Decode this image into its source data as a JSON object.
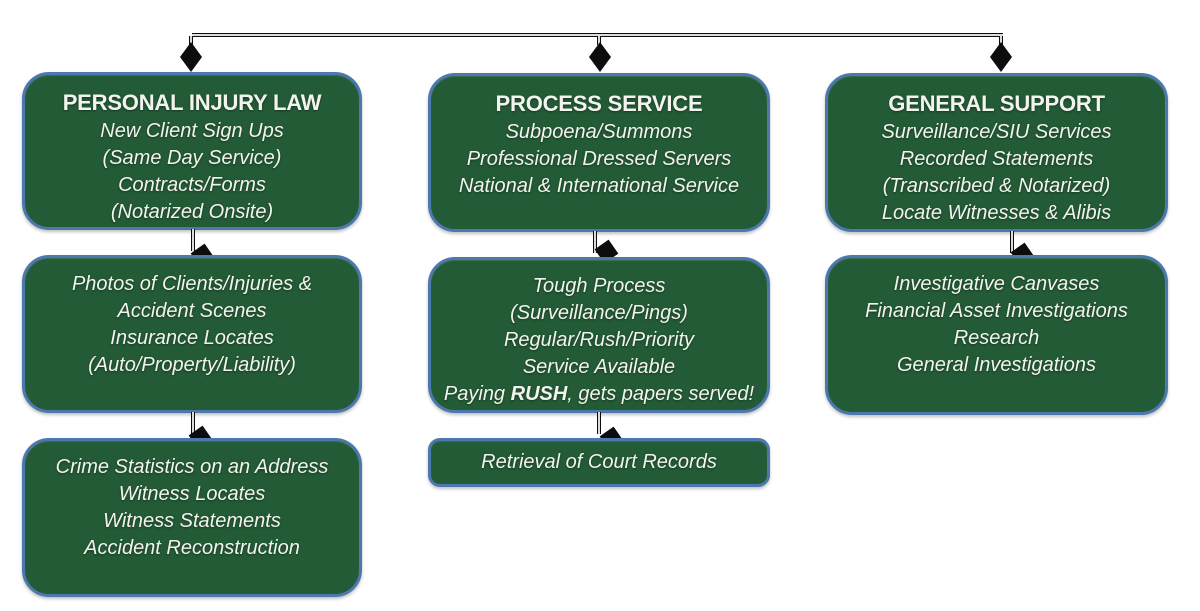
{
  "colors": {
    "box_fill": "#235b36",
    "box_border": "#4d78ad",
    "text_color": "#f4f4ee",
    "connector": "#0d0d0d"
  },
  "columns": [
    {
      "id": "personal-injury-law",
      "boxes": [
        {
          "title": "PERSONAL INJURY LAW",
          "lines": [
            "New Client Sign Ups",
            "(Same Day Service)",
            "Contracts/Forms",
            "(Notarized Onsite)"
          ]
        },
        {
          "lines": [
            "Photos of Clients/Injuries &",
            "Accident Scenes",
            "Insurance Locates",
            "(Auto/Property/Liability)"
          ]
        },
        {
          "lines": [
            "Crime Statistics on an Address",
            "Witness Locates",
            "Witness Statements",
            "Accident Reconstruction"
          ]
        }
      ]
    },
    {
      "id": "process-service",
      "boxes": [
        {
          "title": "PROCESS SERVICE",
          "lines": [
            "Subpoena/Summons",
            "Professional Dressed Servers",
            "National & International Service"
          ]
        },
        {
          "lines": [
            "Tough Process",
            "(Surveillance/Pings)",
            "Regular/Rush/Priority",
            "Service Available"
          ],
          "rush_line": {
            "pre": "Paying ",
            "bold": "RUSH",
            "post": ", gets papers served!"
          }
        },
        {
          "lines": [
            "Retrieval of Court Records"
          ]
        }
      ]
    },
    {
      "id": "general-support",
      "boxes": [
        {
          "title": "GENERAL SUPPORT",
          "lines": [
            "Surveillance/SIU Services",
            "Recorded Statements",
            "(Transcribed & Notarized)",
            "Locate Witnesses & Alibis"
          ]
        },
        {
          "lines": [
            "Investigative Canvases",
            "Financial Asset Investigations",
            "Research",
            "General Investigations"
          ]
        }
      ]
    }
  ]
}
